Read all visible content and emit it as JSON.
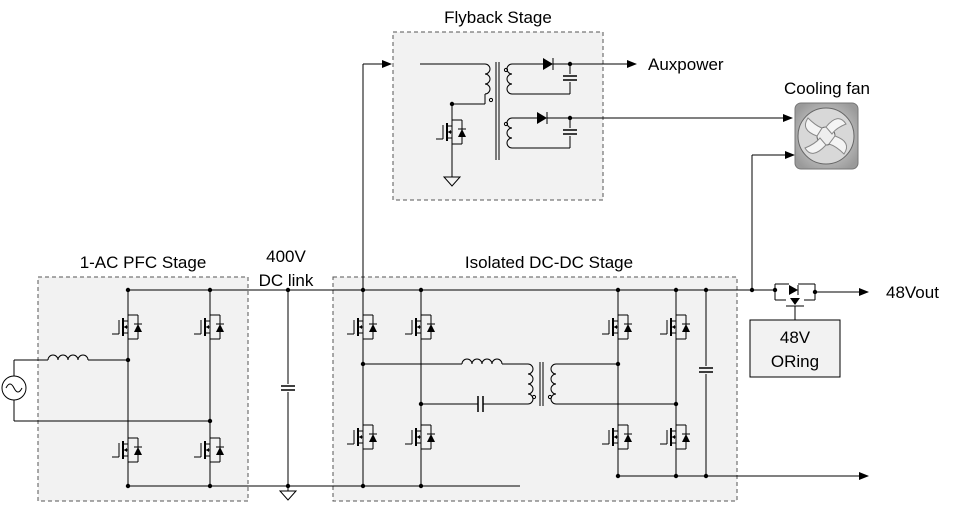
{
  "labels": {
    "flyback": "Flyback Stage",
    "auxpower": "Auxpower",
    "cooling_fan": "Cooling fan",
    "pfc": "1-AC PFC Stage",
    "dclink_voltage": "400V",
    "dclink_name": "DC link",
    "dcdc": "Isolated DC-DC Stage",
    "vout": "48Vout",
    "oring_voltage": "48V",
    "oring_name": "ORing"
  },
  "colors": {
    "stage_fill": "#f2f2f2",
    "stage_border": "#555555",
    "wire": "#000000"
  },
  "icons": [
    "ac-source-icon",
    "inductor-icon",
    "mosfet-icon",
    "diode-icon",
    "capacitor-icon",
    "transformer-icon",
    "ground-icon",
    "fan-icon",
    "arrow-icon"
  ]
}
